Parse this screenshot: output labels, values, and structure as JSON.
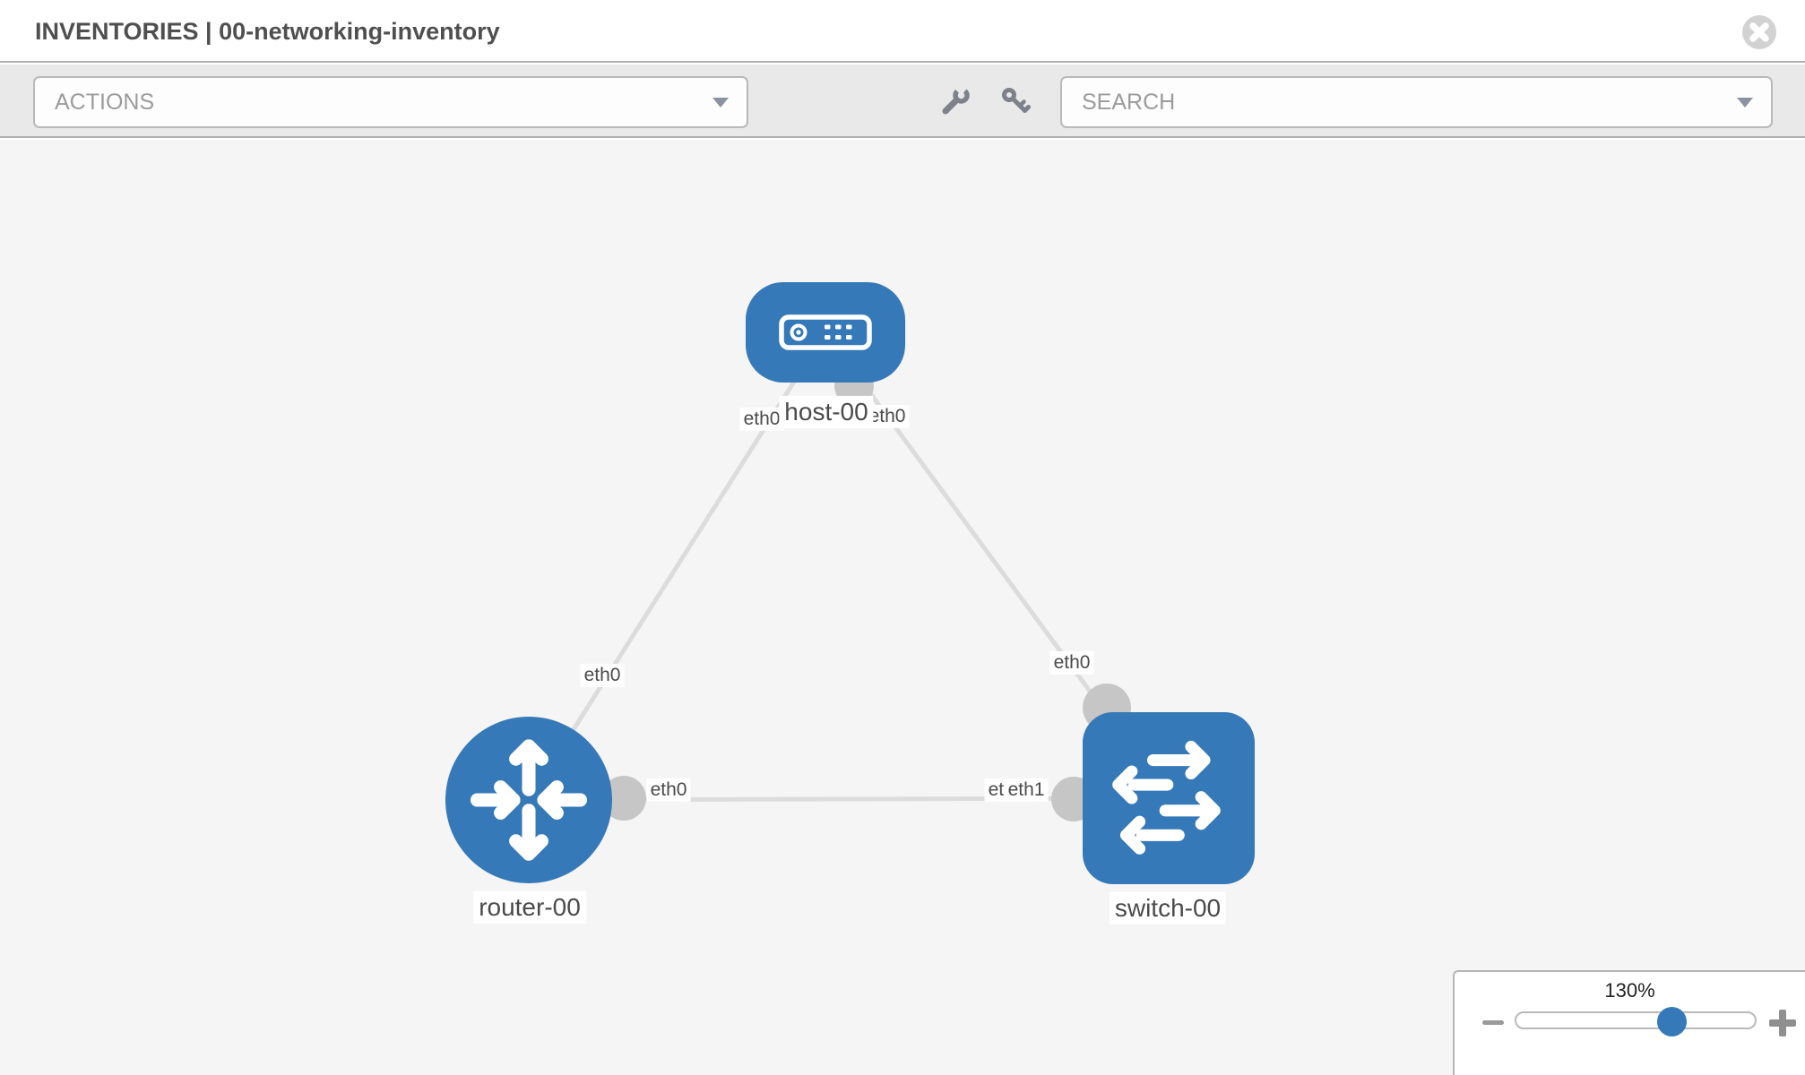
{
  "header": {
    "title": "INVENTORIES | 00-networking-inventory"
  },
  "toolbar": {
    "actions_label": "ACTIONS",
    "search_label": "SEARCH"
  },
  "canvas": {
    "nodes": [
      {
        "id": "host-00",
        "type": "host",
        "label": "host-00"
      },
      {
        "id": "router-00",
        "type": "router",
        "label": "router-00"
      },
      {
        "id": "switch-00",
        "type": "switch",
        "label": "switch-00"
      }
    ],
    "links": [
      {
        "from": "host-00",
        "to": "router-00"
      },
      {
        "from": "host-00",
        "to": "switch-00"
      },
      {
        "from": "router-00",
        "to": "switch-00"
      }
    ],
    "interface_labels": [
      {
        "text": "eth0",
        "node": "host-00",
        "position": "link-to-router"
      },
      {
        "text": "eth0",
        "node": "host-00",
        "position": "link-to-switch"
      },
      {
        "text": "eth0",
        "node": "router-00",
        "position": "link-to-host"
      },
      {
        "text": "eth0",
        "node": "router-00",
        "position": "link-to-switch"
      },
      {
        "text": "eth0",
        "node": "switch-00",
        "position": "link-to-host"
      },
      {
        "text": "eth0",
        "node": "switch-00",
        "position": "link-to-router-under"
      },
      {
        "text": "eth1",
        "node": "switch-00",
        "position": "link-to-router"
      }
    ]
  },
  "zoom_control": {
    "level": "130%"
  },
  "colors": {
    "node_blue": "#3579b8",
    "link_gray": "#dcdcdc",
    "connector_gray": "#c6c6c6",
    "toolbar_gray": "#e9e9e9",
    "canvas_gray": "#f5f5f5"
  }
}
